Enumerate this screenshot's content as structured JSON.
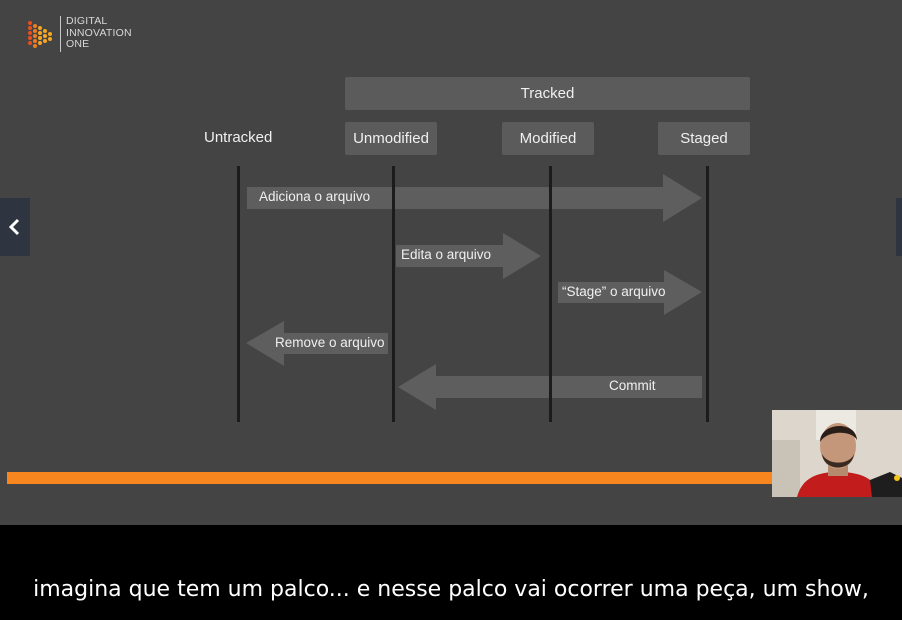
{
  "logo": {
    "line1": "DIGITAL",
    "line2": "INNOVATION",
    "line3": "ONE"
  },
  "diagram": {
    "tracked_label": "Tracked",
    "states": {
      "untracked": "Untracked",
      "unmodified": "Unmodified",
      "modified": "Modified",
      "staged": "Staged"
    },
    "actions": {
      "add": "Adiciona o arquivo",
      "edit": "Edita o arquivo",
      "stage": "“Stage” o arquivo",
      "remove": "Remove o arquivo",
      "commit": "Commit"
    }
  },
  "player": {
    "prev_icon": "chevron-left-icon",
    "progress_color": "#f7861e"
  },
  "subtitle": "imagina que tem um palco... e nesse palco vai ocorrer uma peça, um show,"
}
